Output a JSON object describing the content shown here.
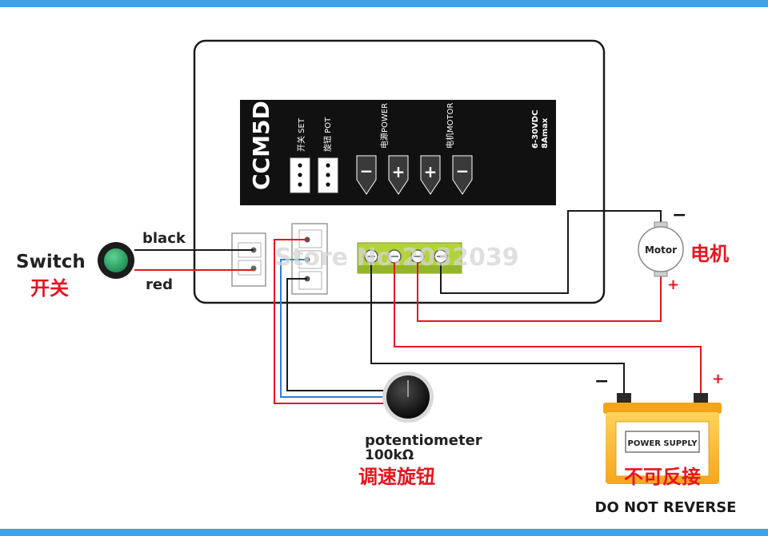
{
  "colors": {
    "band": "#3ea3e6",
    "red_text": "#e8141e",
    "wire_red": "#e8141e",
    "wire_black": "#1a1a1a",
    "wire_blue": "#2f7de0",
    "terminal_green": "#b2d43a",
    "switch_green": "#2fa86a",
    "panel_black": "#111111"
  },
  "controller": {
    "model": "CCM5D",
    "switch_port_label": "开关 SET",
    "pot_port_label": "旋钮 POT",
    "power_label": "电源POWER",
    "motor_label": "电机MOTOR",
    "rating_line1": "6-30VDC",
    "rating_line2": "8Amax",
    "terminal_signs": [
      "−",
      "+",
      "+",
      "−"
    ]
  },
  "switch": {
    "label": "Switch",
    "label_cn": "开关",
    "wire_black": "black",
    "wire_red": "red"
  },
  "motor": {
    "label": "Motor",
    "label_cn": "电机",
    "minus": "−",
    "plus": "+"
  },
  "potentiometer": {
    "label": "potentiometer",
    "value": "100kΩ",
    "label_cn": "调速旋钮"
  },
  "supply": {
    "box_label": "POWER SUPPLY",
    "minus": "−",
    "plus": "+",
    "warning_cn": "不可反接",
    "warning_en": "DO NOT REVERSE"
  },
  "watermark": "Store No.2032039"
}
